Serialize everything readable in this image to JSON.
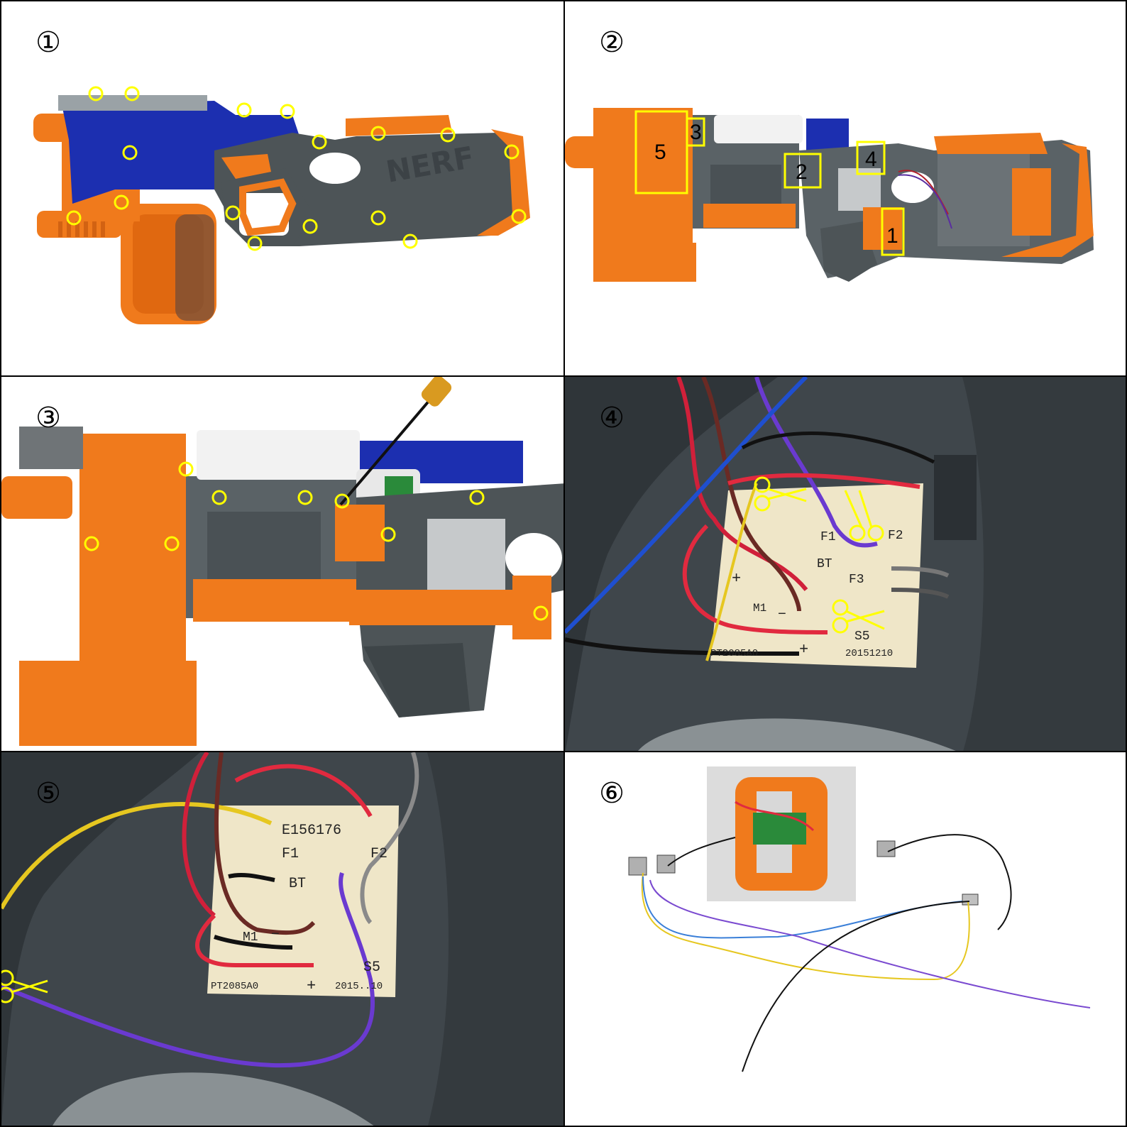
{
  "steps": [
    {
      "number": "①"
    },
    {
      "number": "②",
      "boxes": [
        "5",
        "3",
        "2",
        "4",
        "1"
      ]
    },
    {
      "number": "③"
    },
    {
      "number": "④",
      "board": {
        "id": "PT2085A0",
        "date": "20151210",
        "f1": "F1",
        "f2": "F2",
        "f3": "F3",
        "bt": "BT",
        "m1": "M1",
        "s5": "S5",
        "plus": "+",
        "minus": "−"
      }
    },
    {
      "number": "⑤",
      "board": {
        "id": "PT2085A0",
        "code": "E156176",
        "f1": "F1",
        "f2": "F2",
        "bt": "BT",
        "m1": "M1",
        "s5": "S5",
        "date": "2015..10",
        "plus": "+",
        "minus": "−"
      }
    },
    {
      "number": "⑥"
    }
  ],
  "colors": {
    "blaster_blue": "#1c2fb0",
    "blaster_orange": "#f07a1c",
    "blaster_gray": "#4d5457",
    "marker_yellow": "#ffff00",
    "housing_gray": "#3f464b",
    "pcb": "#efe6c8"
  }
}
